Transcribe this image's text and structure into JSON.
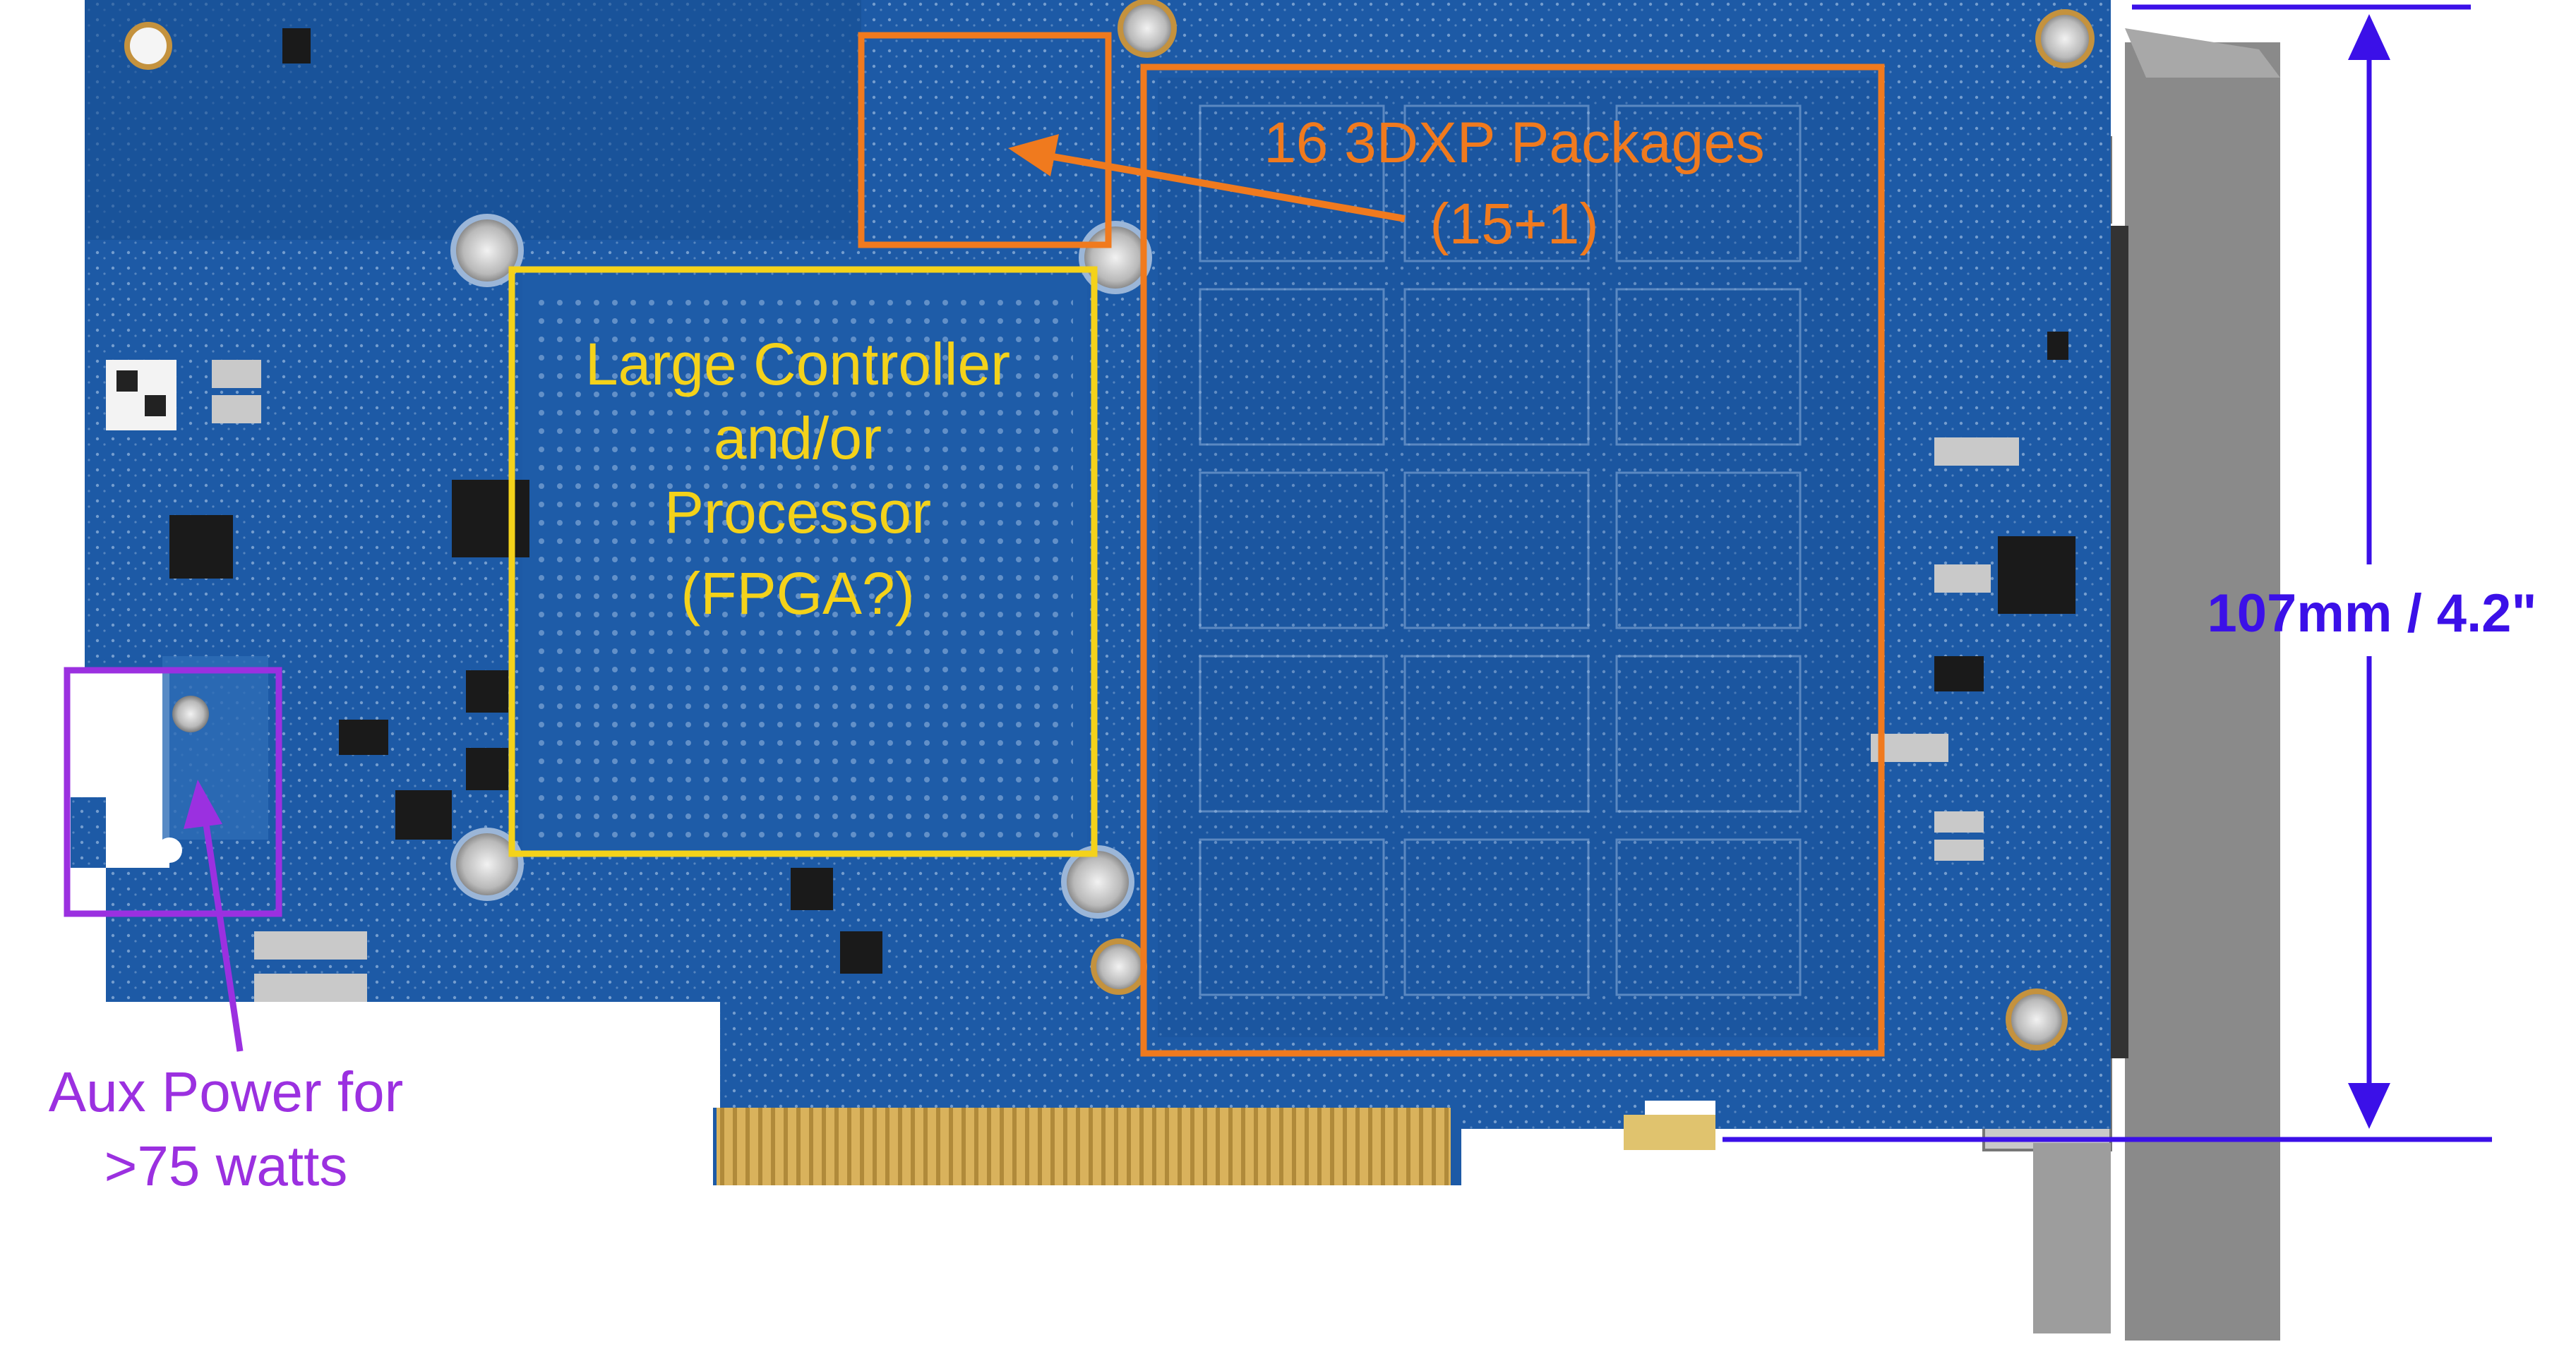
{
  "annotations": {
    "packages_label_line1": "16 3DXP Packages",
    "packages_label_line2": "(15+1)",
    "controller_label_line1": "Large Controller",
    "controller_label_line2": "and/or",
    "controller_label_line3": "Processor",
    "controller_label_line4": "(FPGA?)",
    "aux_label_line1": "Aux Power for",
    "aux_label_line2": ">75 watts",
    "dimension_label": "107mm / 4.2\""
  },
  "colors": {
    "board": "#1d5aa6",
    "board_dark": "#123f7a",
    "packages_box": "#f07a1e",
    "controller_box": "#f4d21a",
    "aux_box": "#9b30e0",
    "dimension": "#3b10e8",
    "gold_fingers": "#d9b25c",
    "bracket": "#9a9a9a"
  }
}
